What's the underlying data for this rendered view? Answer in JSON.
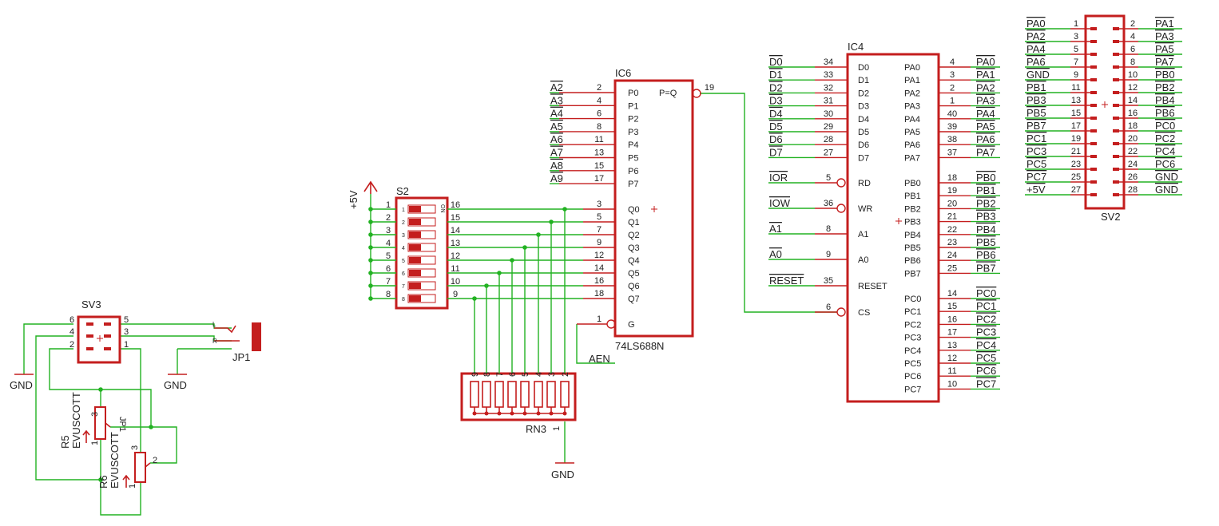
{
  "colors": {
    "net": "#22b222",
    "part": "#c41e1e",
    "text": "#222222",
    "background": "#ffffff"
  },
  "labels": {
    "ic6_name": "IC6",
    "ic6_value": "74LS688N",
    "ic4_name": "IC4",
    "s2_name": "S2",
    "sv2_name": "SV2",
    "sv3_name": "SV3",
    "jp1_name": "JP1",
    "rn3_name": "RN3",
    "r5_name": "R5",
    "r5_value": "EVUSCOTT",
    "r6_name": "R6",
    "r6_value": "EVUSCOTT",
    "gnd": "GND",
    "vcc": "+5V",
    "aen": "AEN",
    "switch_on": "ON"
  },
  "ic6": {
    "left_pins": [
      {
        "net": "A2",
        "num": "2",
        "name": "P0"
      },
      {
        "net": "A3",
        "num": "4",
        "name": "P1"
      },
      {
        "net": "A4",
        "num": "6",
        "name": "P2"
      },
      {
        "net": "A5",
        "num": "8",
        "name": "P3"
      },
      {
        "net": "A6",
        "num": "11",
        "name": "P4"
      },
      {
        "net": "A7",
        "num": "13",
        "name": "P5"
      },
      {
        "net": "A8",
        "num": "15",
        "name": "P6"
      },
      {
        "net": "A9",
        "num": "17",
        "name": "P7"
      }
    ],
    "q_pins": [
      {
        "num": "3",
        "name": "Q0"
      },
      {
        "num": "5",
        "name": "Q1"
      },
      {
        "num": "7",
        "name": "Q2"
      },
      {
        "num": "9",
        "name": "Q3"
      },
      {
        "num": "12",
        "name": "Q4"
      },
      {
        "num": "14",
        "name": "Q5"
      },
      {
        "num": "16",
        "name": "Q6"
      },
      {
        "num": "18",
        "name": "Q7"
      }
    ],
    "g_pin": {
      "num": "1",
      "name": "G"
    },
    "out_pin": {
      "num": "19",
      "name": "P=Q"
    }
  },
  "ic4": {
    "data_pins": [
      {
        "net": "D0",
        "num": "34",
        "name": "D0"
      },
      {
        "net": "D1",
        "num": "33",
        "name": "D1"
      },
      {
        "net": "D2",
        "num": "32",
        "name": "D2"
      },
      {
        "net": "D3",
        "num": "31",
        "name": "D3"
      },
      {
        "net": "D4",
        "num": "30",
        "name": "D4"
      },
      {
        "net": "D5",
        "num": "29",
        "name": "D5"
      },
      {
        "net": "D6",
        "num": "28",
        "name": "D6"
      },
      {
        "net": "D7",
        "num": "27",
        "name": "D7"
      }
    ],
    "ctrl_pins": [
      {
        "net": "IOR",
        "num": "5",
        "name": "RD",
        "inv": true
      },
      {
        "net": "IOW",
        "num": "36",
        "name": "WR",
        "inv": true
      },
      {
        "net": "A1",
        "num": "8",
        "name": "A1",
        "inv": false
      },
      {
        "net": "A0",
        "num": "9",
        "name": "A0",
        "inv": false
      },
      {
        "net": "RESET",
        "num": "35",
        "name": "RESET",
        "inv": false
      },
      {
        "net": "",
        "num": "6",
        "name": "CS",
        "inv": true
      }
    ],
    "pa_pins": [
      {
        "net": "PA0",
        "num": "4",
        "name": "PA0"
      },
      {
        "net": "PA1",
        "num": "3",
        "name": "PA1"
      },
      {
        "net": "PA2",
        "num": "2",
        "name": "PA2"
      },
      {
        "net": "PA3",
        "num": "1",
        "name": "PA3"
      },
      {
        "net": "PA4",
        "num": "40",
        "name": "PA4"
      },
      {
        "net": "PA5",
        "num": "39",
        "name": "PA5"
      },
      {
        "net": "PA6",
        "num": "38",
        "name": "PA6"
      },
      {
        "net": "PA7",
        "num": "37",
        "name": "PA7"
      }
    ],
    "pb_pins": [
      {
        "net": "PB0",
        "num": "18",
        "name": "PB0"
      },
      {
        "net": "PB1",
        "num": "19",
        "name": "PB1"
      },
      {
        "net": "PB2",
        "num": "20",
        "name": "PB2"
      },
      {
        "net": "PB3",
        "num": "21",
        "name": "PB3"
      },
      {
        "net": "PB4",
        "num": "22",
        "name": "PB4"
      },
      {
        "net": "PB5",
        "num": "23",
        "name": "PB5"
      },
      {
        "net": "PB6",
        "num": "24",
        "name": "PB6"
      },
      {
        "net": "PB7",
        "num": "25",
        "name": "PB7"
      }
    ],
    "pc_pins": [
      {
        "net": "PC0",
        "num": "14",
        "name": "PC0"
      },
      {
        "net": "PC1",
        "num": "15",
        "name": "PC1"
      },
      {
        "net": "PC2",
        "num": "16",
        "name": "PC2"
      },
      {
        "net": "PC3",
        "num": "17",
        "name": "PC3"
      },
      {
        "net": "PC4",
        "num": "13",
        "name": "PC4"
      },
      {
        "net": "PC5",
        "num": "12",
        "name": "PC5"
      },
      {
        "net": "PC6",
        "num": "11",
        "name": "PC6"
      },
      {
        "net": "PC7",
        "num": "10",
        "name": "PC7"
      }
    ]
  },
  "sv2": {
    "rows": [
      {
        "lnet": "PA0",
        "lnum": "1",
        "rnum": "2",
        "rnet": "PA1"
      },
      {
        "lnet": "PA2",
        "lnum": "3",
        "rnum": "4",
        "rnet": "PA3"
      },
      {
        "lnet": "PA4",
        "lnum": "5",
        "rnum": "6",
        "rnet": "PA5"
      },
      {
        "lnet": "PA6",
        "lnum": "7",
        "rnum": "8",
        "rnet": "PA7"
      },
      {
        "lnet": "GND",
        "lnum": "9",
        "rnum": "10",
        "rnet": "PB0"
      },
      {
        "lnet": "PB1",
        "lnum": "11",
        "rnum": "12",
        "rnet": "PB2"
      },
      {
        "lnet": "PB3",
        "lnum": "13",
        "rnum": "14",
        "rnet": "PB4"
      },
      {
        "lnet": "PB5",
        "lnum": "15",
        "rnum": "16",
        "rnet": "PB6"
      },
      {
        "lnet": "PB7",
        "lnum": "17",
        "rnum": "18",
        "rnet": "PC0"
      },
      {
        "lnet": "PC1",
        "lnum": "19",
        "rnum": "20",
        "rnet": "PC2"
      },
      {
        "lnet": "PC3",
        "lnum": "21",
        "rnum": "22",
        "rnet": "PC4"
      },
      {
        "lnet": "PC5",
        "lnum": "23",
        "rnum": "24",
        "rnet": "PC6"
      },
      {
        "lnet": "PC7",
        "lnum": "25",
        "rnum": "26",
        "rnet": "GND"
      },
      {
        "lnet": "+5V",
        "lnum": "27",
        "rnum": "28",
        "rnet": "GND"
      }
    ]
  },
  "s2": {
    "left_nums": [
      "1",
      "2",
      "3",
      "4",
      "5",
      "6",
      "7",
      "8"
    ],
    "right_nums": [
      "16",
      "15",
      "14",
      "13",
      "12",
      "11",
      "10",
      "9"
    ],
    "switch_nums": [
      "1",
      "2",
      "3",
      "4",
      "5",
      "6",
      "7",
      "8"
    ]
  },
  "rn3": {
    "pin_nums": [
      "9",
      "8",
      "7",
      "6",
      "5",
      "4",
      "3",
      "2"
    ],
    "common_pin": "1"
  },
  "sv3": {
    "left_nums": [
      "6",
      "4",
      "2"
    ],
    "right_nums": [
      "5",
      "3",
      "1"
    ]
  },
  "jp1": {
    "pins": [
      "L",
      "R"
    ]
  },
  "r5": {
    "pins": [
      "3",
      "1"
    ]
  },
  "r6": {
    "pins": [
      "3",
      "2",
      "1"
    ]
  }
}
